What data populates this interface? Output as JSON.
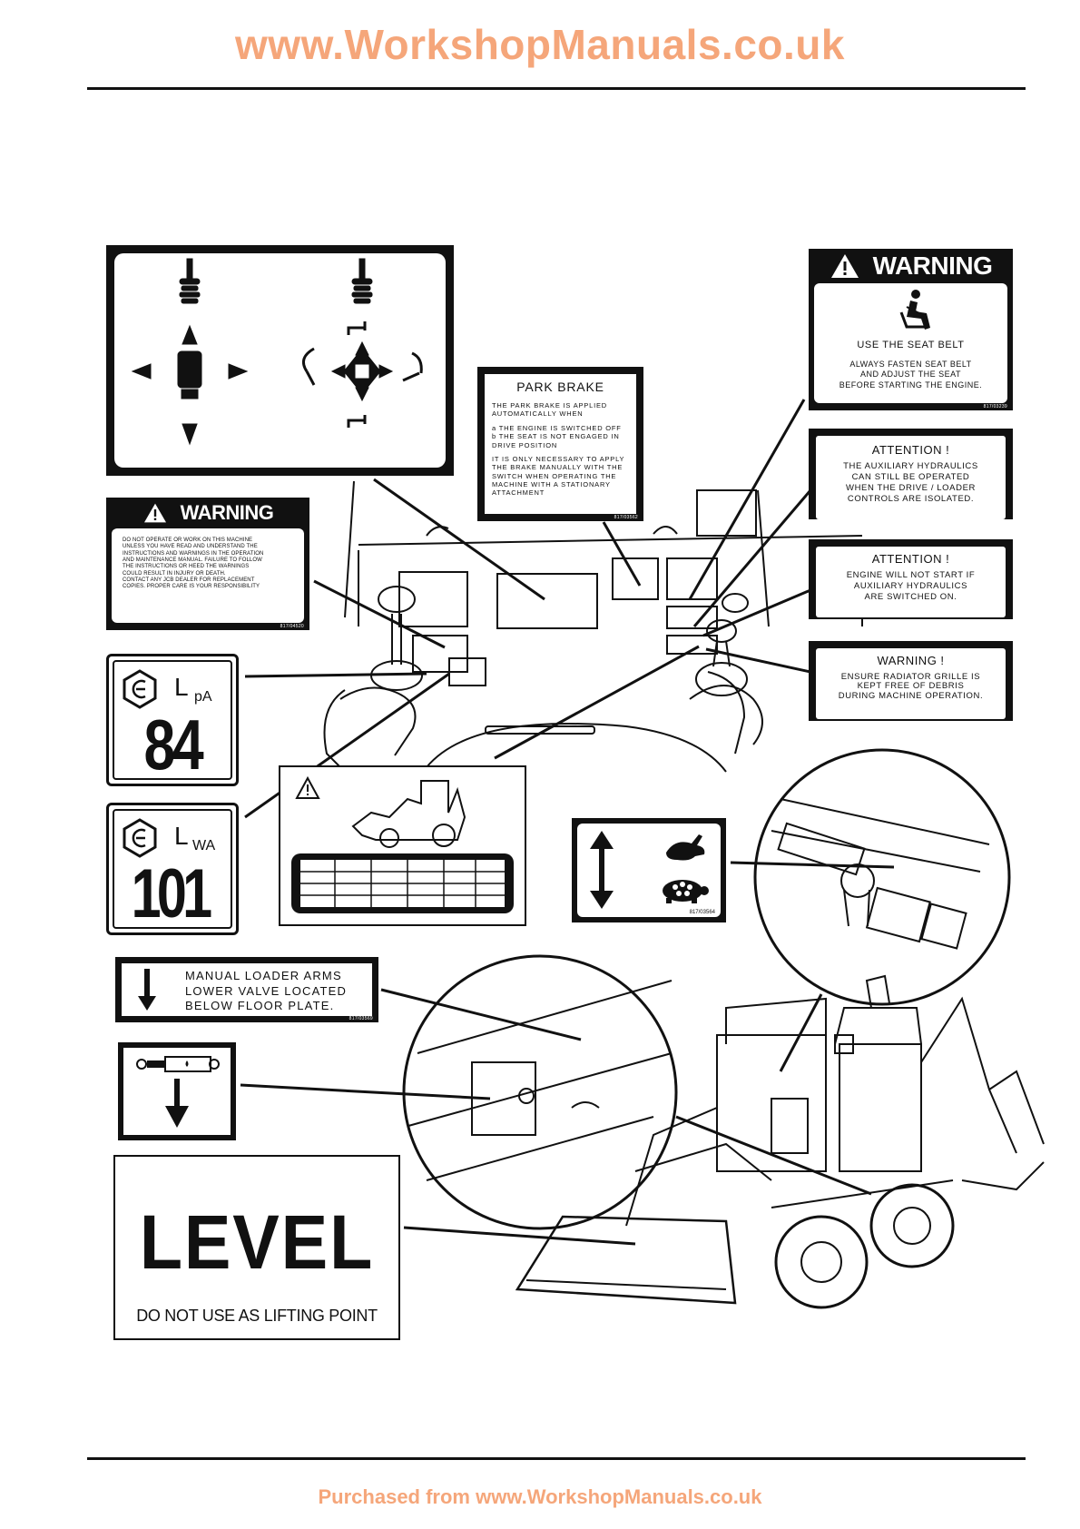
{
  "header": {
    "site": "www.WorkshopManuals.co.uk"
  },
  "footer": {
    "purchased": "Purchased from www.WorkshopManuals.co.uk"
  },
  "decals": {
    "park_brake": {
      "title": "PARK BRAKE",
      "line1": "THE PARK BRAKE IS APPLIED\nAUTOMATICALLY WHEN",
      "line2": "a  THE ENGINE IS SWITCHED OFF\nb  THE SEAT IS NOT ENGAGED IN\n    DRIVE POSITION",
      "line3": "IT IS ONLY NECESSARY TO APPLY\nTHE BRAKE MANUALLY WITH THE\nSWITCH WHEN OPERATING THE\nMACHINE WITH A STATIONARY\nATTACHMENT",
      "part": "817/03562"
    },
    "seat_belt": {
      "header": "WARNING",
      "title": "USE THE SEAT BELT",
      "body": "ALWAYS FASTEN SEAT BELT\nAND ADJUST THE SEAT\nBEFORE STARTING THE ENGINE.",
      "part": "817/03239"
    },
    "attention_aux": {
      "title": "ATTENTION !",
      "body": "THE AUXILIARY HYDRAULICS\nCAN STILL BE OPERATED\nWHEN THE DRIVE / LOADER\nCONTROLS ARE ISOLATED."
    },
    "attention_engine": {
      "title": "ATTENTION !",
      "body": "ENGINE WILL NOT START IF\nAUXILIARY HYDRAULICS\nARE SWITCHED ON."
    },
    "warning_radiator": {
      "title": "WARNING !",
      "body": "ENSURE RADIATOR GRILLE IS\nKEPT FREE OF DEBRIS\nDURING MACHINE OPERATION."
    },
    "warning_manual": {
      "header": "WARNING",
      "body": "DO NOT OPERATE OR WORK ON THIS MACHINE\nUNLESS YOU HAVE READ AND UNDERSTAND THE\nINSTRUCTIONS AND WARNINGS IN THE OPERATION\nAND MAINTENANCE MANUAL. FAILURE TO FOLLOW\nTHE INSTRUCTIONS OR HEED THE WARNINGS\nCOULD RESULT IN INJURY OR DEATH.\nCONTACT ANY JCB DEALER FOR REPLACEMENT\nCOPIES. PROPER CARE IS YOUR RESPONSIBILITY",
      "part": "817/04520"
    },
    "noise_lpa": {
      "symbol": "L",
      "sub": "pA",
      "value": "84"
    },
    "noise_lwa": {
      "symbol": "L",
      "sub": "WA",
      "value": "101"
    },
    "speed": {
      "part": "817/03564"
    },
    "manual_loader": {
      "body": "MANUAL LOADER ARMS\nLOWER VALVE LOCATED\nBELOW FLOOR PLATE.",
      "part": "817/03569"
    },
    "level": {
      "title": "LEVEL",
      "sub": "DO NOT USE AS LIFTING POINT"
    }
  },
  "colors": {
    "watermark": "#f5a67a",
    "ink": "#111111"
  },
  "icons": [
    "warning-triangle-icon",
    "joystick-icon",
    "seated-operator-icon",
    "rabbit-icon",
    "tortoise-icon",
    "hydraulic-ram-icon",
    "arrow-down-icon"
  ]
}
